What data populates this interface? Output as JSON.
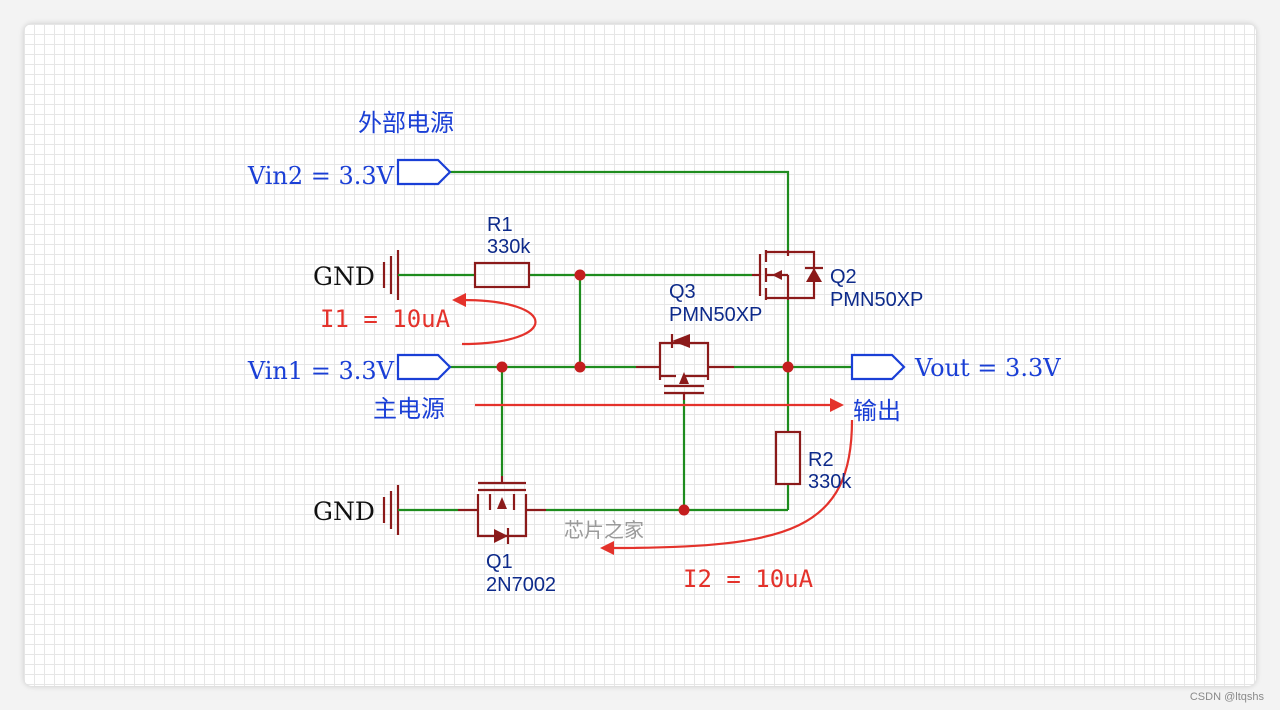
{
  "labels": {
    "external_power": "外部电源",
    "vin2": "Vin2 = 3.3V",
    "vin1": "Vin1 = 3.3V",
    "main_power": "主电源",
    "vout": "Vout = 3.3V",
    "output": "输出",
    "gnd_top": "GND",
    "gnd_bottom": "GND"
  },
  "components": {
    "r1": {
      "ref": "R1",
      "value": "330k"
    },
    "r2": {
      "ref": "R2",
      "value": "330k"
    },
    "q1": {
      "ref": "Q1",
      "value": "2N7002"
    },
    "q2": {
      "ref": "Q2",
      "value": "PMN50XP"
    },
    "q3": {
      "ref": "Q3",
      "value": "PMN50XP"
    }
  },
  "currents": {
    "i1": "I1 = 10uA",
    "i2": "I2 = 10uA"
  },
  "watermark": "芯片之家",
  "credit": "CSDN @ltqshs",
  "colors": {
    "wire": "#1e8c1e",
    "component": "#8b1a1a",
    "net_label": "#1a3fd6",
    "current_arrow": "#e4322b",
    "junction": "#c41e1e"
  }
}
